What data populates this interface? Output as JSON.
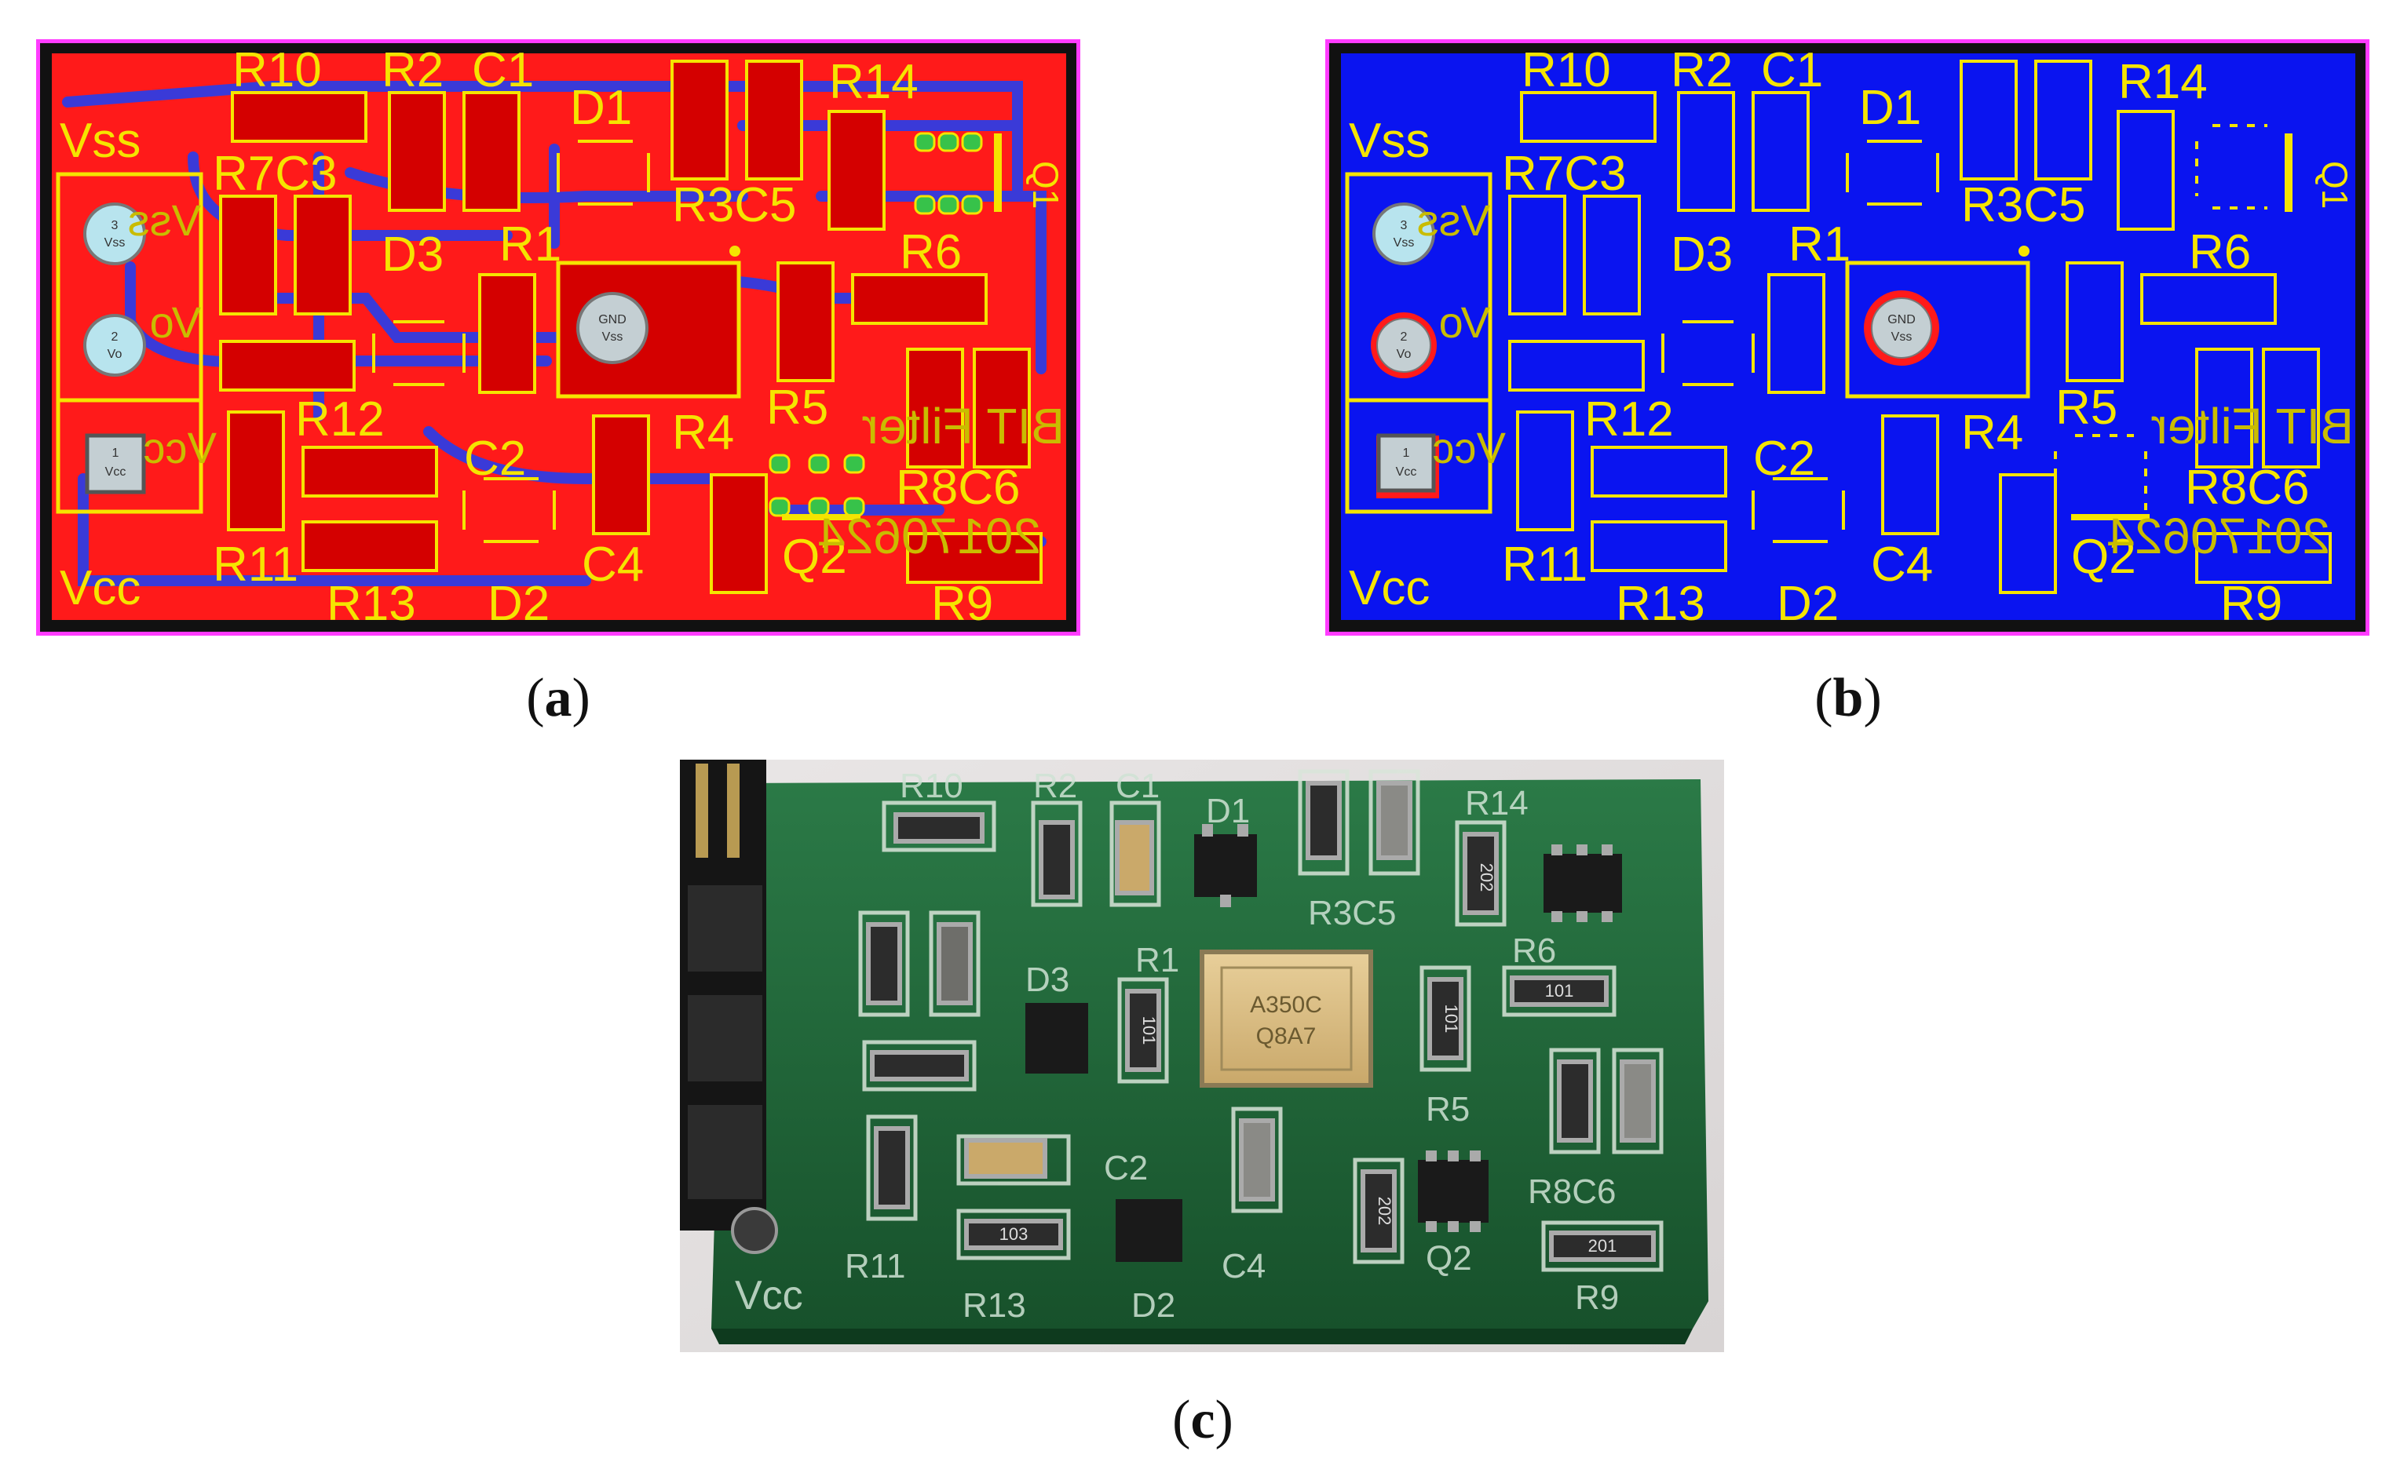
{
  "captions": {
    "a": "a",
    "b": "b",
    "c": "c"
  },
  "board_labels": {
    "R10": "R10",
    "R2": "R2",
    "C1": "C1",
    "D1": "D1",
    "R14": "R14",
    "Vss": "Vss",
    "R7C3": "R7C3",
    "R3C5": "R3C5",
    "Q1": "Q1",
    "R6": "R6",
    "D3": "D3",
    "R1": "R1",
    "R5": "R5",
    "R4": "R4",
    "R12": "R12",
    "C2": "C2",
    "R8C6": "R8C6",
    "Q2": "Q2",
    "R11": "R11",
    "C4": "C4",
    "R13": "R13",
    "D2": "D2",
    "R9": "R9",
    "Vcc": "Vcc",
    "mirror_filter": "BIT Filter",
    "mirror_date": "20170624",
    "mirror_vss": "Vss",
    "mirror_vo": "Vo",
    "mirror_vcc": "Vcc"
  },
  "pads": {
    "p3_num": "3",
    "p3_name": "Vss",
    "p2_num": "2",
    "p2_name": "Vo",
    "p1_num": "1",
    "p1_name": "Vcc",
    "gnd": "GND",
    "gnd_name": "Vss"
  },
  "photo": {
    "chip_line1": "A350C",
    "chip_line2": "Q8A7",
    "res_101": "101",
    "res_202": "202",
    "res_103": "103",
    "res_201": "201"
  },
  "colors": {
    "top_layer": "#ff1a1a",
    "bottom_layer": "#0a14f0",
    "silkscreen": "#f5e400",
    "outline": "#ff3cff",
    "pcb_green": "#1f6a3a"
  }
}
